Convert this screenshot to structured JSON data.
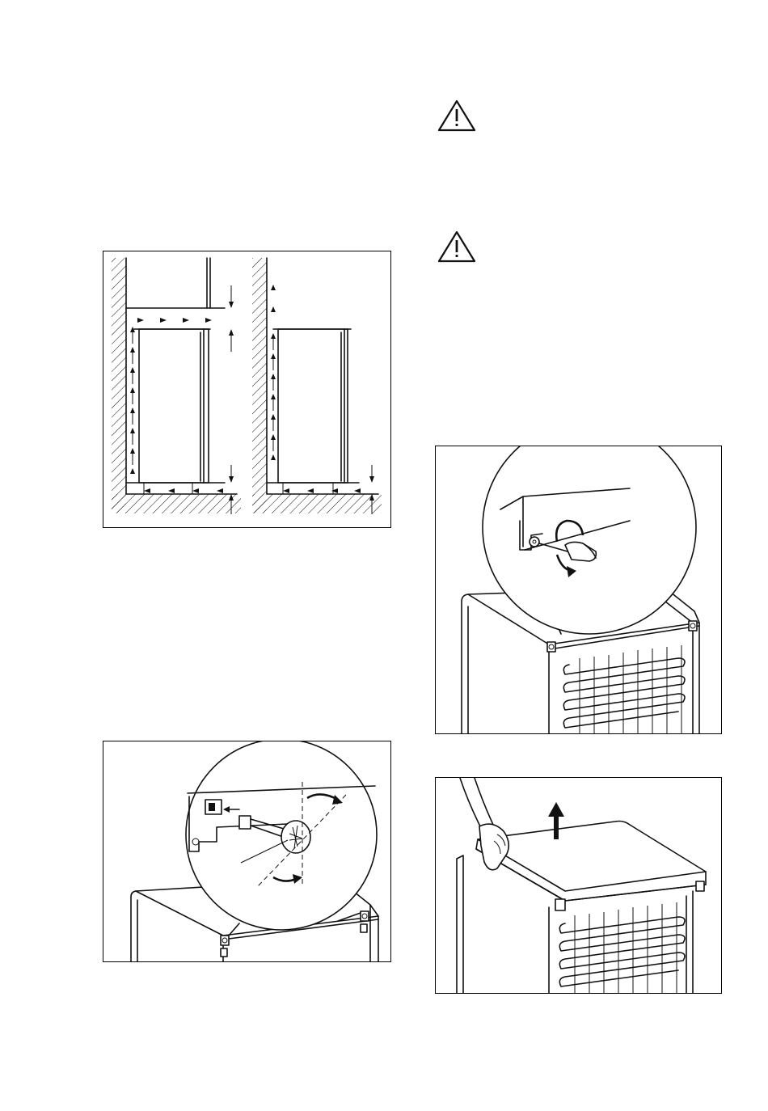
{
  "page": {
    "warnings": [
      {
        "icon": "warning-triangle-icon"
      },
      {
        "icon": "warning-triangle-icon"
      }
    ],
    "figures": [
      {
        "id": "ventilation-clearance",
        "description_icon": "airflow-arrows-icon"
      },
      {
        "id": "hinge-removal",
        "description_icon": "rotate-arrows-icon"
      },
      {
        "id": "screw-removal",
        "description_icon": "screwdriver-icon"
      },
      {
        "id": "lift-top-cover",
        "description_icon": "arrow-up-icon"
      }
    ]
  }
}
